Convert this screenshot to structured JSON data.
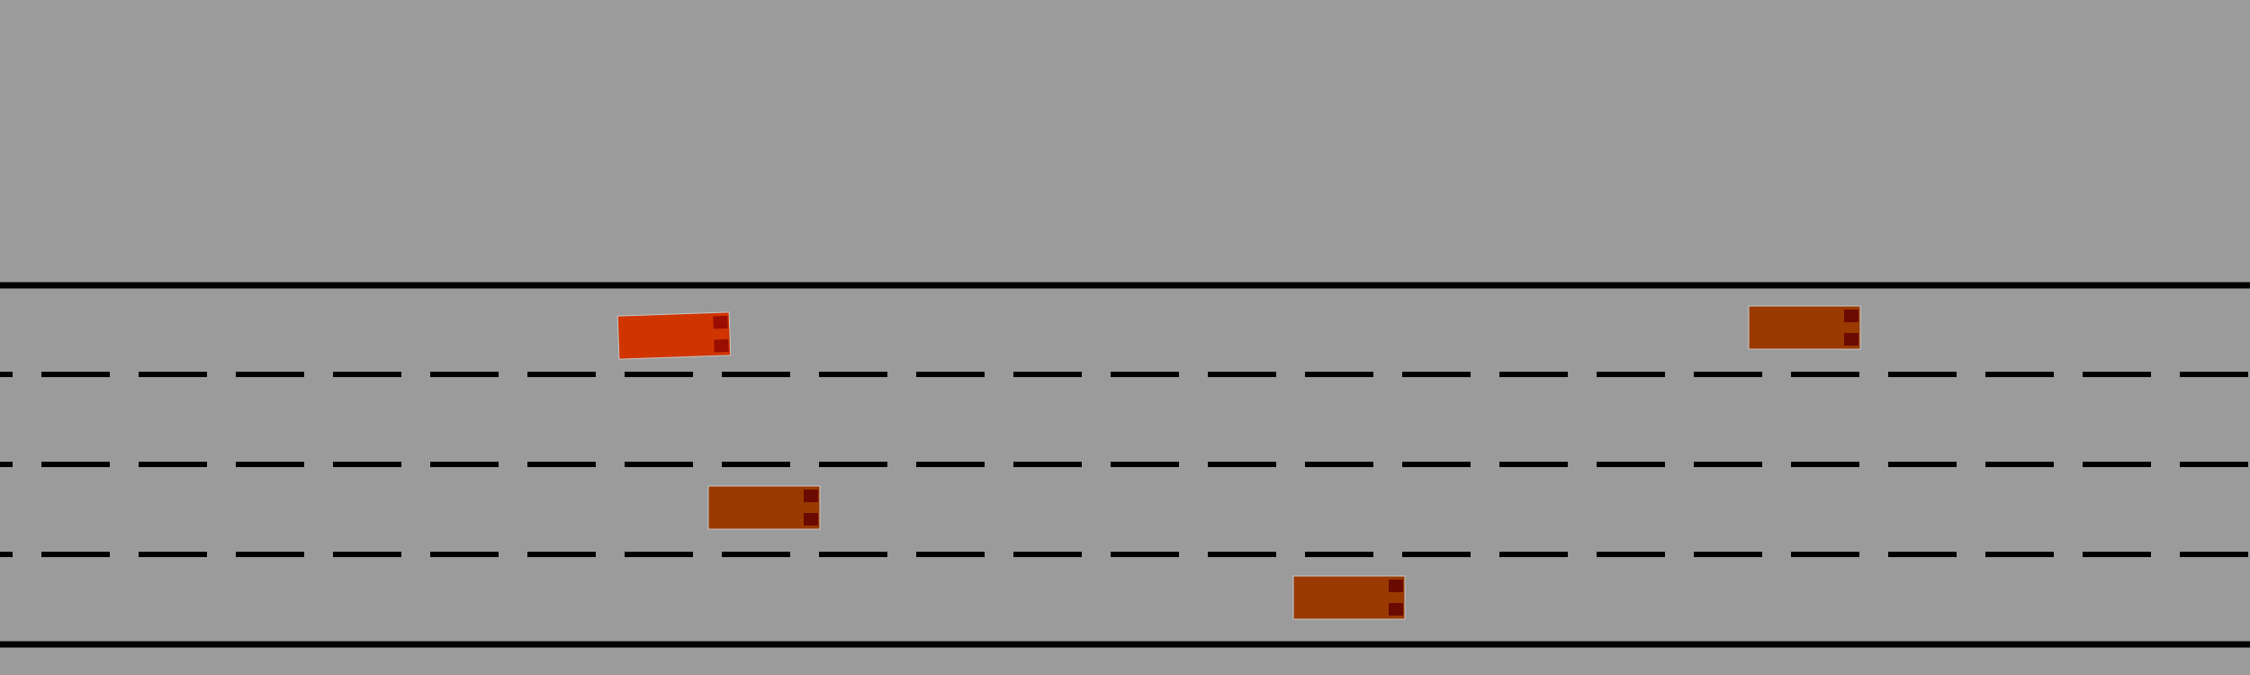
{
  "scene": {
    "background_color": "#9b9b9b",
    "line_color": "#000000",
    "lane_count": 4
  },
  "vehicles": [
    {
      "role": "ego",
      "lane": 1,
      "heading": "right",
      "body_color": "#d03500",
      "light_color": "#9a0d00"
    },
    {
      "role": "traffic",
      "lane": 1,
      "heading": "right",
      "body_color": "#9a3a00",
      "light_color": "#6a0a00"
    },
    {
      "role": "traffic",
      "lane": 3,
      "heading": "right",
      "body_color": "#9a3a00",
      "light_color": "#6a0a00"
    },
    {
      "role": "traffic",
      "lane": 4,
      "heading": "right",
      "body_color": "#9a3a00",
      "light_color": "#6a0a00"
    }
  ]
}
